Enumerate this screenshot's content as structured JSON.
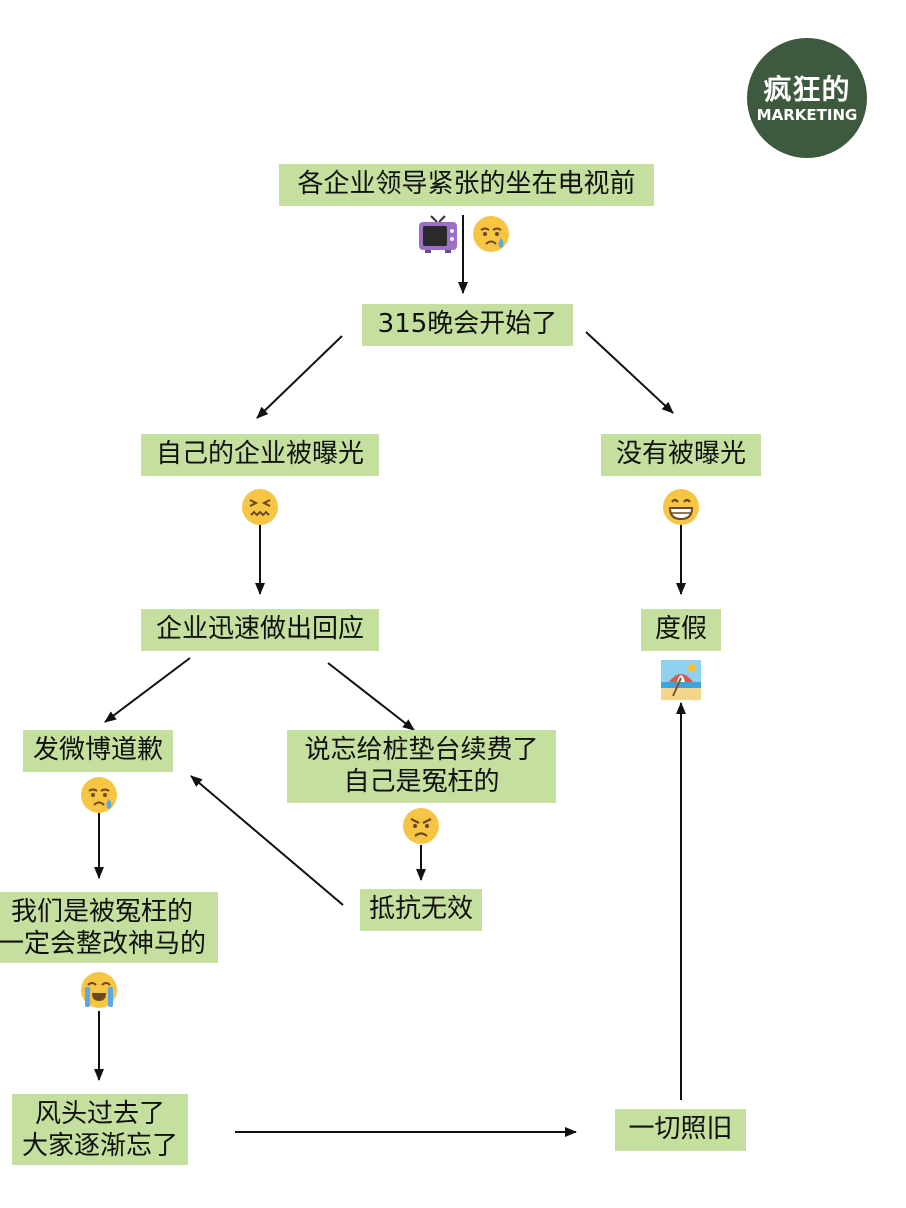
{
  "logo": {
    "line1": "疯狂的",
    "line2": "MARKETING"
  },
  "nodes": {
    "n1": "各企业领导紧张的坐在电视前",
    "n2": "315晚会开始了",
    "n3": "自己的企业被曝光",
    "n4": "没有被曝光",
    "n5": "企业迅速做出回应",
    "n6": "度假",
    "n7": "发微博道歉",
    "n8_line1": "说忘给桩垫台续费了",
    "n8_line2": "自己是冤枉的",
    "n9_line1": "我们是被冤枉的",
    "n9_line2": "一定会整改神马的",
    "n10": "抵抗无效",
    "n11_line1": "风头过去了",
    "n11_line2": "大家逐渐忘了",
    "n12": "一切照旧"
  },
  "emojis": {
    "tv": "tv-icon",
    "sad_sweat": "sad-sweat-face-icon",
    "confounded": "confounded-face-icon",
    "grin": "grinning-face-icon",
    "beach": "beach-umbrella-icon",
    "angry": "angry-face-icon",
    "crying": "loudly-crying-face-icon"
  },
  "colors": {
    "box_fill": "#c5df9e",
    "logo_bg": "#3e5a3e",
    "emoji_yellow": "#f6c544"
  }
}
